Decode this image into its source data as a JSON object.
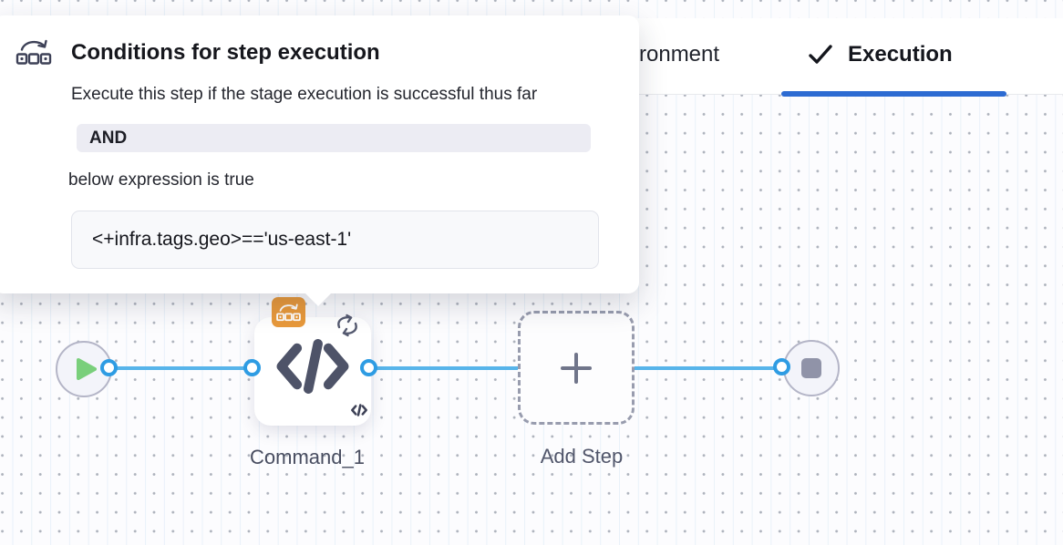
{
  "popover": {
    "icon": "conditional-execution-icon",
    "title": "Conditions for step execution",
    "description": "Execute this step if the stage execution is successful thus far",
    "operator_chip": "AND",
    "condition_intro": "below expression is true",
    "expression": "<+infra.tags.geo>=='us-east-1'"
  },
  "tabs": {
    "inactive_partial_label": "ronment",
    "active_tab": {
      "icon": "checkmark-icon",
      "label": "Execution"
    }
  },
  "pipeline": {
    "start_node": {
      "icon": "play-icon"
    },
    "steps": [
      {
        "name": "Command_1",
        "type_icon": "code-icon",
        "badge_icon": "conditional-execution-icon",
        "loop_icon": "loop-icon",
        "footer_icon": "code-icon-small"
      }
    ],
    "add_step_label": "Add Step",
    "add_step_icon": "plus-icon",
    "end_node": {
      "icon": "stop-icon"
    }
  },
  "colors": {
    "accent_tab_underline": "#2d6bd2",
    "connector_blue": "#57b4ea",
    "port_ring_blue": "#2e9ce3",
    "badge_orange": "#e8993b",
    "play_green": "#79cf7b",
    "node_slate": "#4e5368",
    "chip_bg": "#ececf3",
    "canvas_bg": "#fcfcfe"
  }
}
